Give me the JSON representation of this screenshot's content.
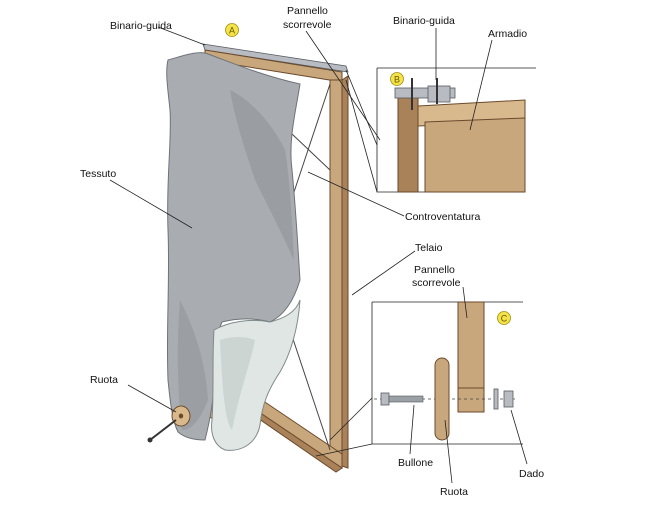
{
  "labels": {
    "binario_guida_main": "Binario-guida",
    "pannello_scorrevole_top_1": "Pannello",
    "pannello_scorrevole_top_2": "scorrevole",
    "binario_guida_detail": "Binario-guida",
    "armadio": "Armadio",
    "tessuto": "Tessuto",
    "controventatura": "Controventatura",
    "telaio": "Telaio",
    "pannello_scorrevole_c_1": "Pannello",
    "pannello_scorrevole_c_2": "scorrevole",
    "ruota_main": "Ruota",
    "bullone": "Bullone",
    "ruota_detail": "Ruota",
    "dado": "Dado"
  },
  "badges": {
    "a": "A",
    "b": "B",
    "c": "C"
  },
  "colors": {
    "wood": "#c9a77c",
    "wood_dark": "#a9825a",
    "fabric": "#a9adb1",
    "fabric_shadow": "#8e9297",
    "lining": "#dfe6e4",
    "badge": "#f3e24a"
  }
}
